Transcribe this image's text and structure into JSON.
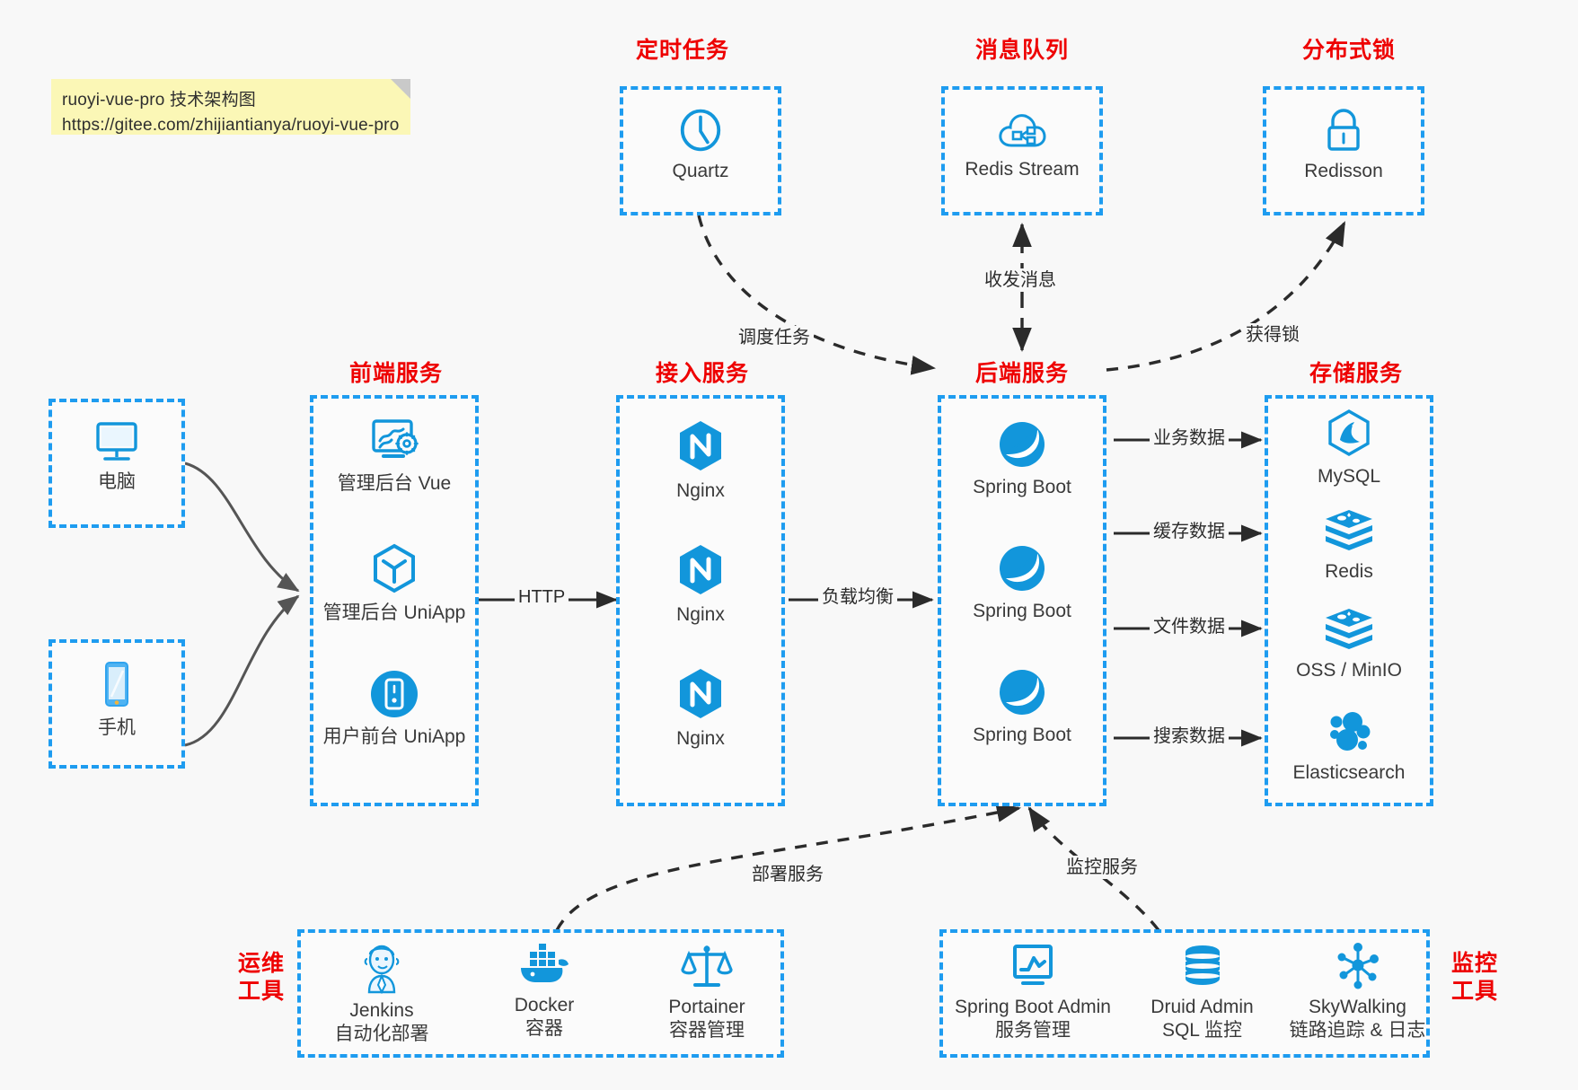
{
  "note": {
    "line1": "ruoyi-vue-pro 技术架构图",
    "line2": "https://gitee.com/zhijiantianya/ruoyi-vue-pro"
  },
  "colors": {
    "accent_blue": "#1e9cf0",
    "icon_blue": "#1296db",
    "title_red": "#ee0000",
    "note_yellow": "#fbf7b6",
    "background": "#f8f8f8",
    "edge_dark": "#2b2b2b",
    "edge_gray": "#555555"
  },
  "groups": {
    "scheduled_task": {
      "title": "定时任务",
      "nodes": [
        {
          "icon": "clock-icon",
          "label": "Quartz"
        }
      ]
    },
    "message_queue": {
      "title": "消息队列",
      "nodes": [
        {
          "icon": "cloud-stream-icon",
          "label": "Redis Stream"
        }
      ]
    },
    "distributed_lock": {
      "title": "分布式锁",
      "nodes": [
        {
          "icon": "lock-icon",
          "label": "Redisson"
        }
      ]
    },
    "client_pc": {
      "title": "",
      "nodes": [
        {
          "icon": "monitor-icon",
          "label": "电脑"
        }
      ]
    },
    "client_phone": {
      "title": "",
      "nodes": [
        {
          "icon": "phone-icon",
          "label": "手机"
        }
      ]
    },
    "frontend": {
      "title": "前端服务",
      "nodes": [
        {
          "icon": "dashboard-icon",
          "label": "管理后台 Vue"
        },
        {
          "icon": "uniapp-icon",
          "label": "管理后台 UniApp"
        },
        {
          "icon": "mobile-app-icon",
          "label": "用户前台 UniApp"
        }
      ]
    },
    "gateway": {
      "title": "接入服务",
      "nodes": [
        {
          "icon": "nginx-icon",
          "label": "Nginx"
        },
        {
          "icon": "nginx-icon",
          "label": "Nginx"
        },
        {
          "icon": "nginx-icon",
          "label": "Nginx"
        }
      ]
    },
    "backend": {
      "title": "后端服务",
      "nodes": [
        {
          "icon": "spring-boot-icon",
          "label": "Spring Boot"
        },
        {
          "icon": "spring-boot-icon",
          "label": "Spring Boot"
        },
        {
          "icon": "spring-boot-icon",
          "label": "Spring Boot"
        }
      ]
    },
    "storage": {
      "title": "存储服务",
      "nodes": [
        {
          "icon": "mysql-icon",
          "label": "MySQL"
        },
        {
          "icon": "redis-icon",
          "label": "Redis"
        },
        {
          "icon": "oss-icon",
          "label": "OSS / MinIO"
        },
        {
          "icon": "elasticsearch-icon",
          "label": "Elasticsearch"
        }
      ]
    },
    "devops": {
      "title": "运维\n工具",
      "title_line1": "运维",
      "title_line2": "工具",
      "nodes": [
        {
          "icon": "jenkins-icon",
          "label": "Jenkins",
          "sublabel": "自动化部署"
        },
        {
          "icon": "docker-icon",
          "label": "Docker",
          "sublabel": "容器"
        },
        {
          "icon": "portainer-icon",
          "label": "Portainer",
          "sublabel": "容器管理"
        }
      ]
    },
    "monitoring": {
      "title_line1": "监控",
      "title_line2": "工具",
      "nodes": [
        {
          "icon": "chart-monitor-icon",
          "label": "Spring Boot Admin",
          "sublabel": "服务管理"
        },
        {
          "icon": "database-icon",
          "label": "Druid Admin",
          "sublabel": "SQL 监控"
        },
        {
          "icon": "skywalking-icon",
          "label": "SkyWalking",
          "sublabel": "链路追踪 & 日志"
        }
      ]
    }
  },
  "edges": [
    {
      "name": "edge-http",
      "label": "HTTP"
    },
    {
      "name": "edge-load-balance",
      "label": "负载均衡"
    },
    {
      "name": "edge-schedule-task",
      "label": "调度任务"
    },
    {
      "name": "edge-message",
      "label": "收发消息"
    },
    {
      "name": "edge-acquire-lock",
      "label": "获得锁"
    },
    {
      "name": "edge-business-data",
      "label": "业务数据"
    },
    {
      "name": "edge-cache-data",
      "label": "缓存数据"
    },
    {
      "name": "edge-file-data",
      "label": "文件数据"
    },
    {
      "name": "edge-search-data",
      "label": "搜索数据"
    },
    {
      "name": "edge-deploy-service",
      "label": "部署服务"
    },
    {
      "name": "edge-monitor-service",
      "label": "监控服务"
    }
  ]
}
